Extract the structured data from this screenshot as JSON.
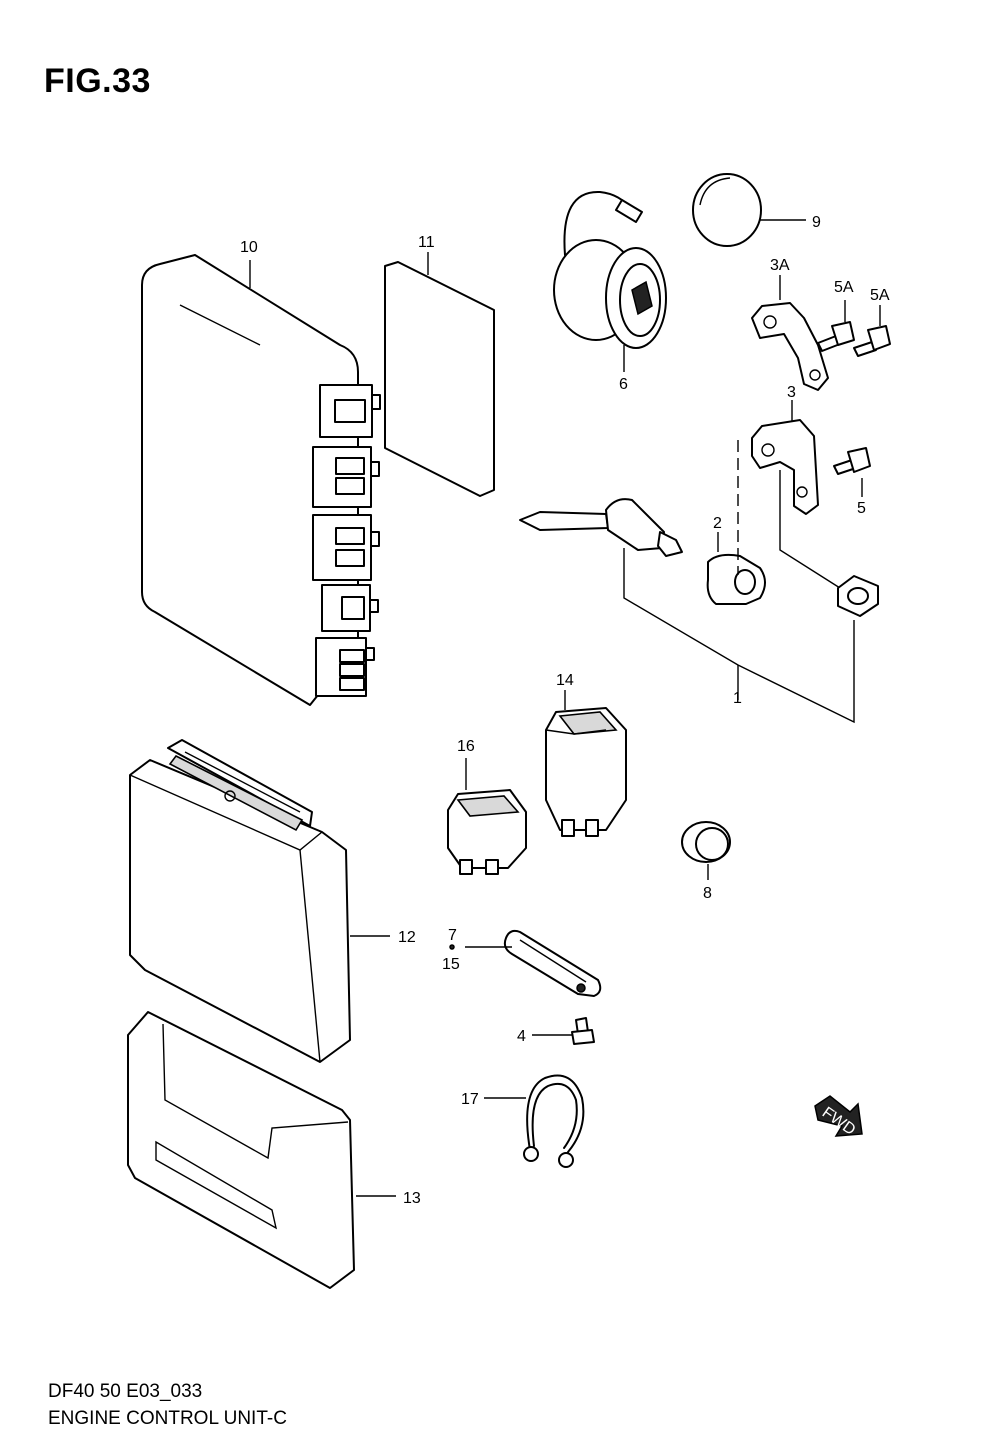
{
  "figure": {
    "title": "FIG.33"
  },
  "footer": {
    "code": "DF40 50 E03_033",
    "name": "ENGINE CONTROL UNIT-C"
  },
  "callouts": {
    "c1": "1",
    "c2": "2",
    "c3": "3",
    "c3a": "3A",
    "c4": "4",
    "c5": "5",
    "c5a_1": "5A",
    "c5a_2": "5A",
    "c6": "6",
    "c7": "7",
    "c8": "8",
    "c9": "9",
    "c10": "10",
    "c11": "11",
    "c12": "12",
    "c13": "13",
    "c14": "14",
    "c15": "15",
    "c16": "16",
    "c17": "17"
  },
  "fwd_badge": "FWD",
  "colors": {
    "line": "#000000",
    "background": "#ffffff"
  }
}
